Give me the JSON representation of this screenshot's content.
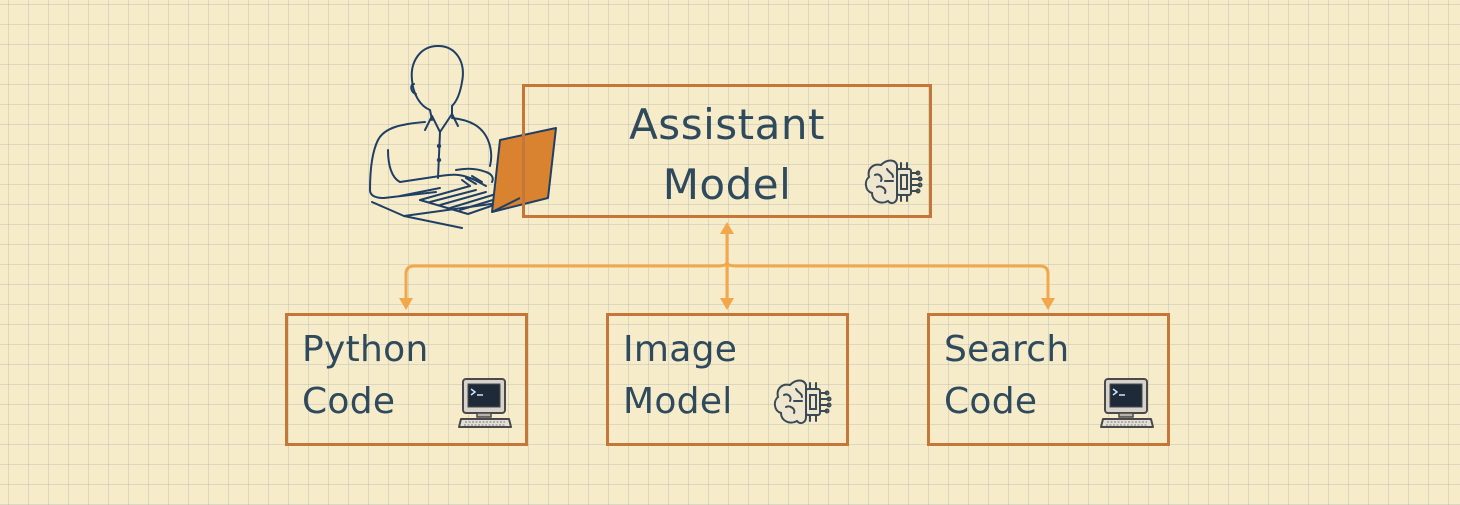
{
  "colors": {
    "background": "#f7ecca",
    "box_border": "#c5773a",
    "arrow": "#f2a74a",
    "text": "#2e4a5c",
    "laptop_screen": "#d9822f"
  },
  "user_illustration": {
    "icon": "person-at-laptop-icon"
  },
  "main_node": {
    "line1": "Assistant",
    "line2": "Model",
    "icon": "brain-chip-icon"
  },
  "children": [
    {
      "line1": "Python",
      "line2": "Code",
      "icon": "computer-terminal-icon"
    },
    {
      "line1": "Image",
      "line2": "Model",
      "icon": "brain-chip-icon"
    },
    {
      "line1": "Search",
      "line2": "Code",
      "icon": "computer-terminal-icon"
    }
  ]
}
